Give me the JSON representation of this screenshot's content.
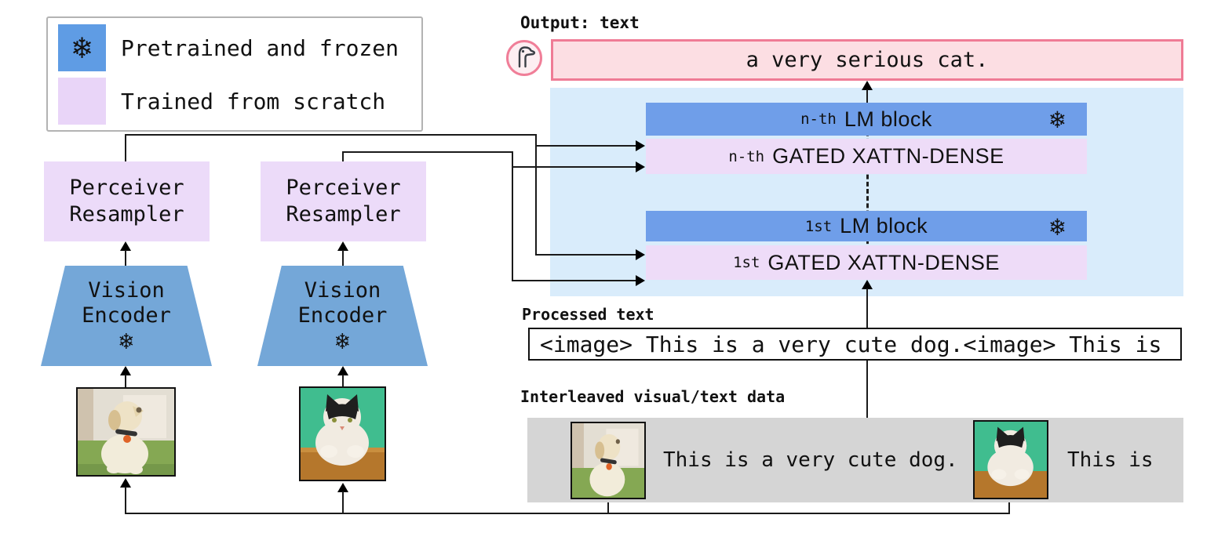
{
  "figure": {
    "type": "architecture-diagram",
    "model": "Flamingo-style vision-language model"
  },
  "icons": {
    "snowflake": "❄",
    "flamingo": "flamingo-head-icon"
  },
  "colors": {
    "frozen_blue": "#5f9ce4",
    "lm_bar_blue": "#6f9ee9",
    "vision_encoder_blue": "#74a7d8",
    "trained_purple": "#e9d5f8",
    "xattn_purple": "#eedcf8",
    "panel_light_blue": "#d9ecfb",
    "output_pink_fill": "#fcdee3",
    "output_pink_border": "#ef7b95",
    "interleaved_gray": "#d5d5d5"
  },
  "legend": {
    "pretrained_label": "Pretrained and frozen",
    "scratch_label": "Trained from scratch"
  },
  "pipeline": {
    "perceiver_label": "Perceiver\nResampler",
    "vision_encoder_label": "Vision\nEncoder"
  },
  "output": {
    "label": "Output: text",
    "text": "a very serious cat."
  },
  "lm_stack": {
    "nth_lm_prefix": "n-th",
    "nth_lm_label": "LM block",
    "nth_xattn_prefix": "n-th",
    "nth_xattn_label": "GATED XATTN-DENSE",
    "first_lm_prefix": "1st",
    "first_lm_label": "LM block",
    "first_xattn_prefix": "1st",
    "first_xattn_label": "GATED XATTN-DENSE"
  },
  "processed_text": {
    "label": "Processed text",
    "content": "<image> This is a very cute dog.<image> This is"
  },
  "interleaved": {
    "label": "Interleaved visual/text data",
    "text_after_dog": "This is a very cute dog.",
    "text_after_cat": "This is"
  }
}
